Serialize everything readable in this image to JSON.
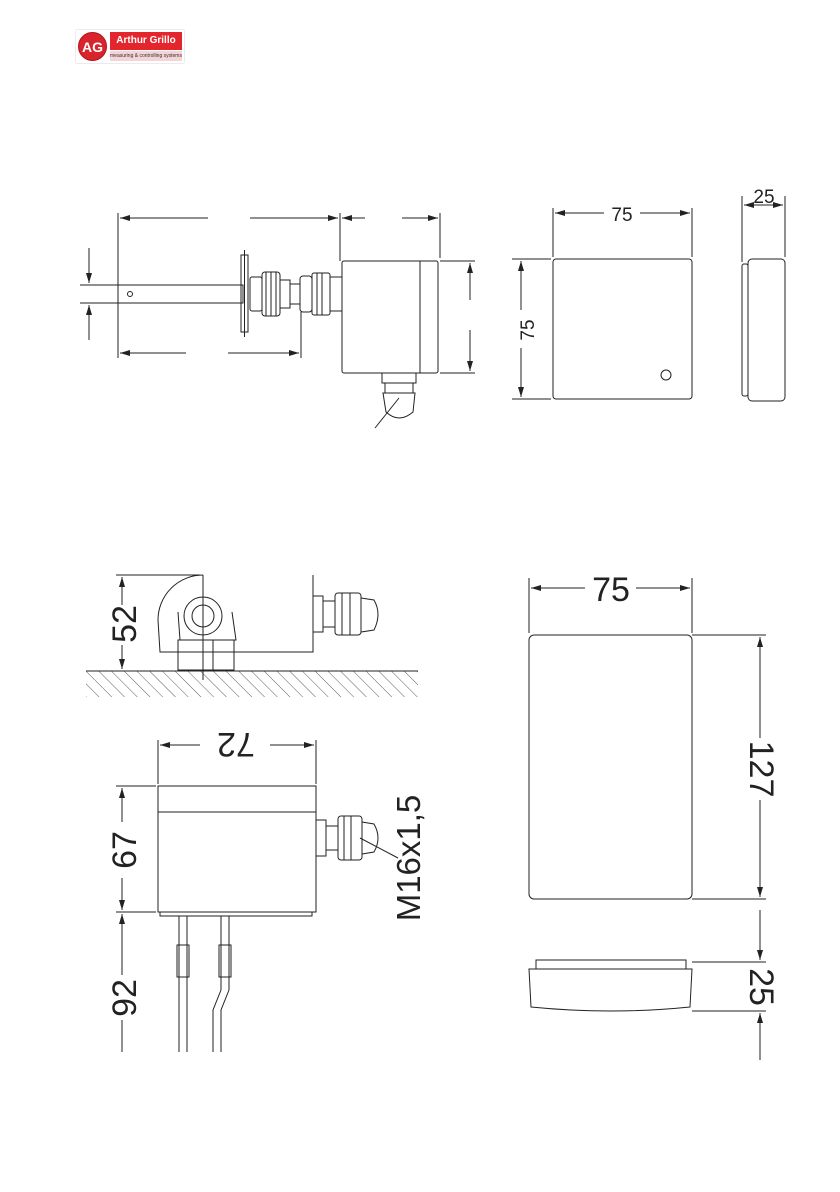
{
  "logo": {
    "brand": "Arthur Grillo",
    "tagline": "measuring & controlling systems",
    "mark": "AG",
    "brand_color": "#e3262e"
  },
  "dimensions": {
    "top_front_width": "75",
    "top_front_height": "75",
    "top_side_depth": "25",
    "cable_height": "52",
    "duct_width": "72",
    "duct_height": "67",
    "probe_length": "92",
    "thread": "M16x1,5",
    "wall_width": "75",
    "wall_height": "127",
    "wall_depth": "25"
  }
}
